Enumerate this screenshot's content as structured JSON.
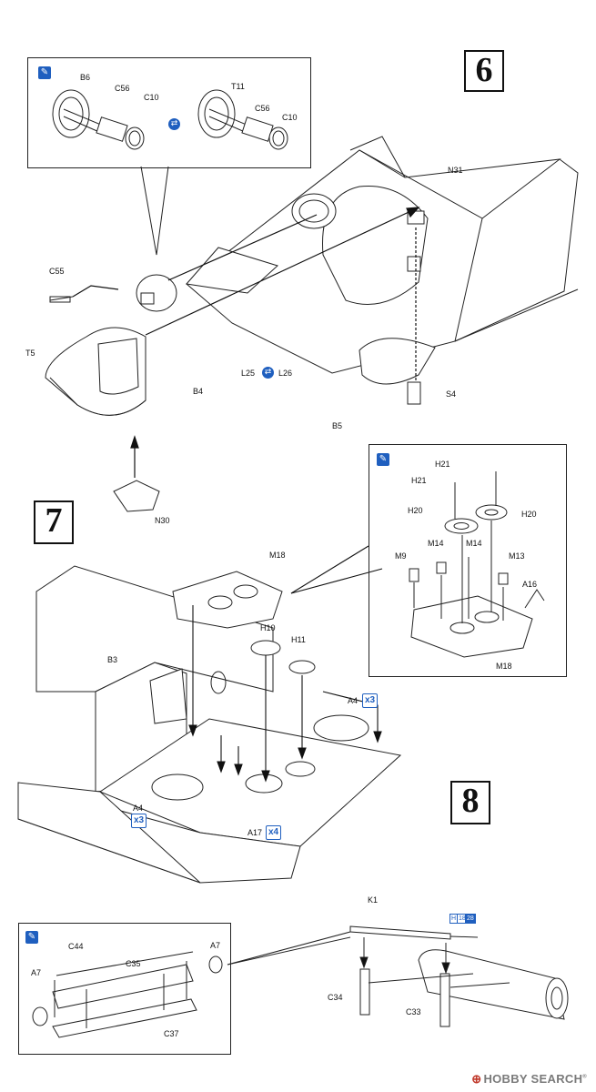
{
  "steps": {
    "s6": "6",
    "s7": "7",
    "s8": "8"
  },
  "step6": {
    "inset_parts": {
      "b6": "B6",
      "c56a": "C56",
      "c10a": "C10",
      "t11": "T11",
      "c56b": "C56",
      "c10b": "C10"
    },
    "parts": {
      "n31": "N31",
      "c55": "C55",
      "t5": "T5",
      "b4": "B4",
      "l25": "L25",
      "l26": "L26",
      "b5": "B5",
      "s4": "S4",
      "n30": "N30"
    }
  },
  "step7": {
    "inset_parts": {
      "h21a": "H21",
      "h21b": "H21",
      "h20a": "H20",
      "h20b": "H20",
      "m14a": "M14",
      "m14b": "M14",
      "m9": "M9",
      "m13": "M13",
      "a16": "A16",
      "m18": "M18"
    },
    "parts": {
      "m18": "M18",
      "h10": "H10",
      "h11": "H11",
      "b3": "B3",
      "a4a": "A4",
      "a4b": "A4",
      "a17": "A17"
    },
    "qty": {
      "a4a": "x3",
      "a4b": "x3",
      "a17": "x4"
    }
  },
  "step8": {
    "inset_parts": {
      "c44": "C44",
      "a7a": "A7",
      "a7b": "A7",
      "c35": "C35",
      "c37": "C37"
    },
    "parts": {
      "k1": "K1",
      "c34": "C34",
      "c33": "C33"
    },
    "paint": {
      "h": "H",
      "n1": "18",
      "n2": "28"
    }
  },
  "icons": {
    "tool": "wrench-icon",
    "pair": "left-right-icon"
  },
  "colors": {
    "accent": "#1f5fbf",
    "line": "#222222",
    "watermark": "#7a7a7a",
    "brand": "#c0392b"
  },
  "watermark": {
    "brand": "HOBBY SEARCH",
    "glyph": "⊕",
    "reg": "®"
  }
}
